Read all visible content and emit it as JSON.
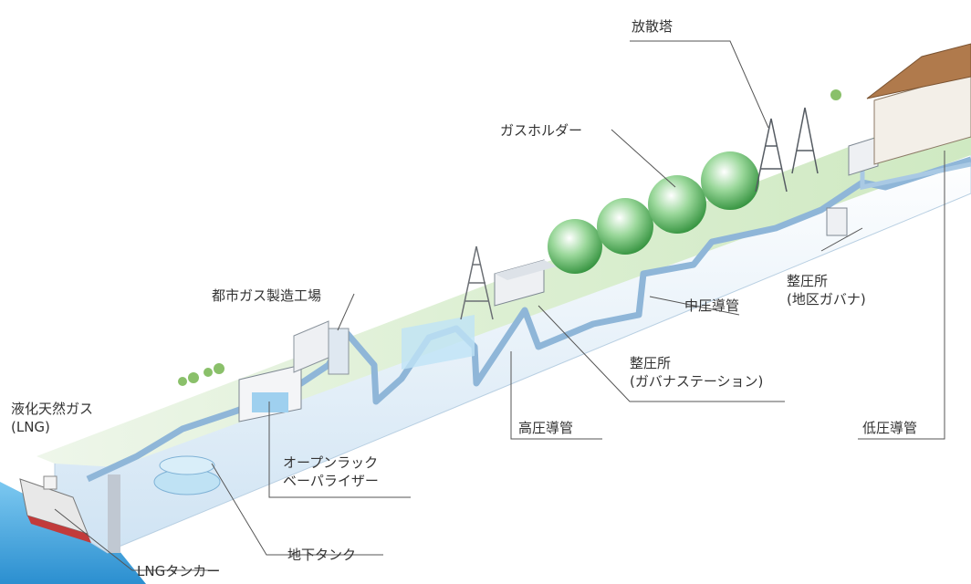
{
  "labels": {
    "lng": "液化天然ガス\n(LNG)",
    "lng_tanker": "LNGタンカー",
    "underground_tank": "地下タンク",
    "open_rack_vaporizer": "オープンラック\nベーパライザー",
    "city_gas_plant": "都市ガス製造工場",
    "high_pressure_pipe": "高圧導管",
    "governor_station": "整圧所\n(ガバナステーション)",
    "medium_pressure_pipe": "中圧導管",
    "gas_holder": "ガスホルダー",
    "flare_stack": "放散塔",
    "district_governor": "整圧所\n(地区ガバナ)",
    "low_pressure_pipe": "低圧導管"
  },
  "colors": {
    "ground": "#d6ecc9",
    "water": "#5ab4e6",
    "pipe": "#8fb6d8",
    "holder": "#7ccb7c",
    "structure": "#c9cdd3",
    "house_roof": "#b07a4c"
  }
}
